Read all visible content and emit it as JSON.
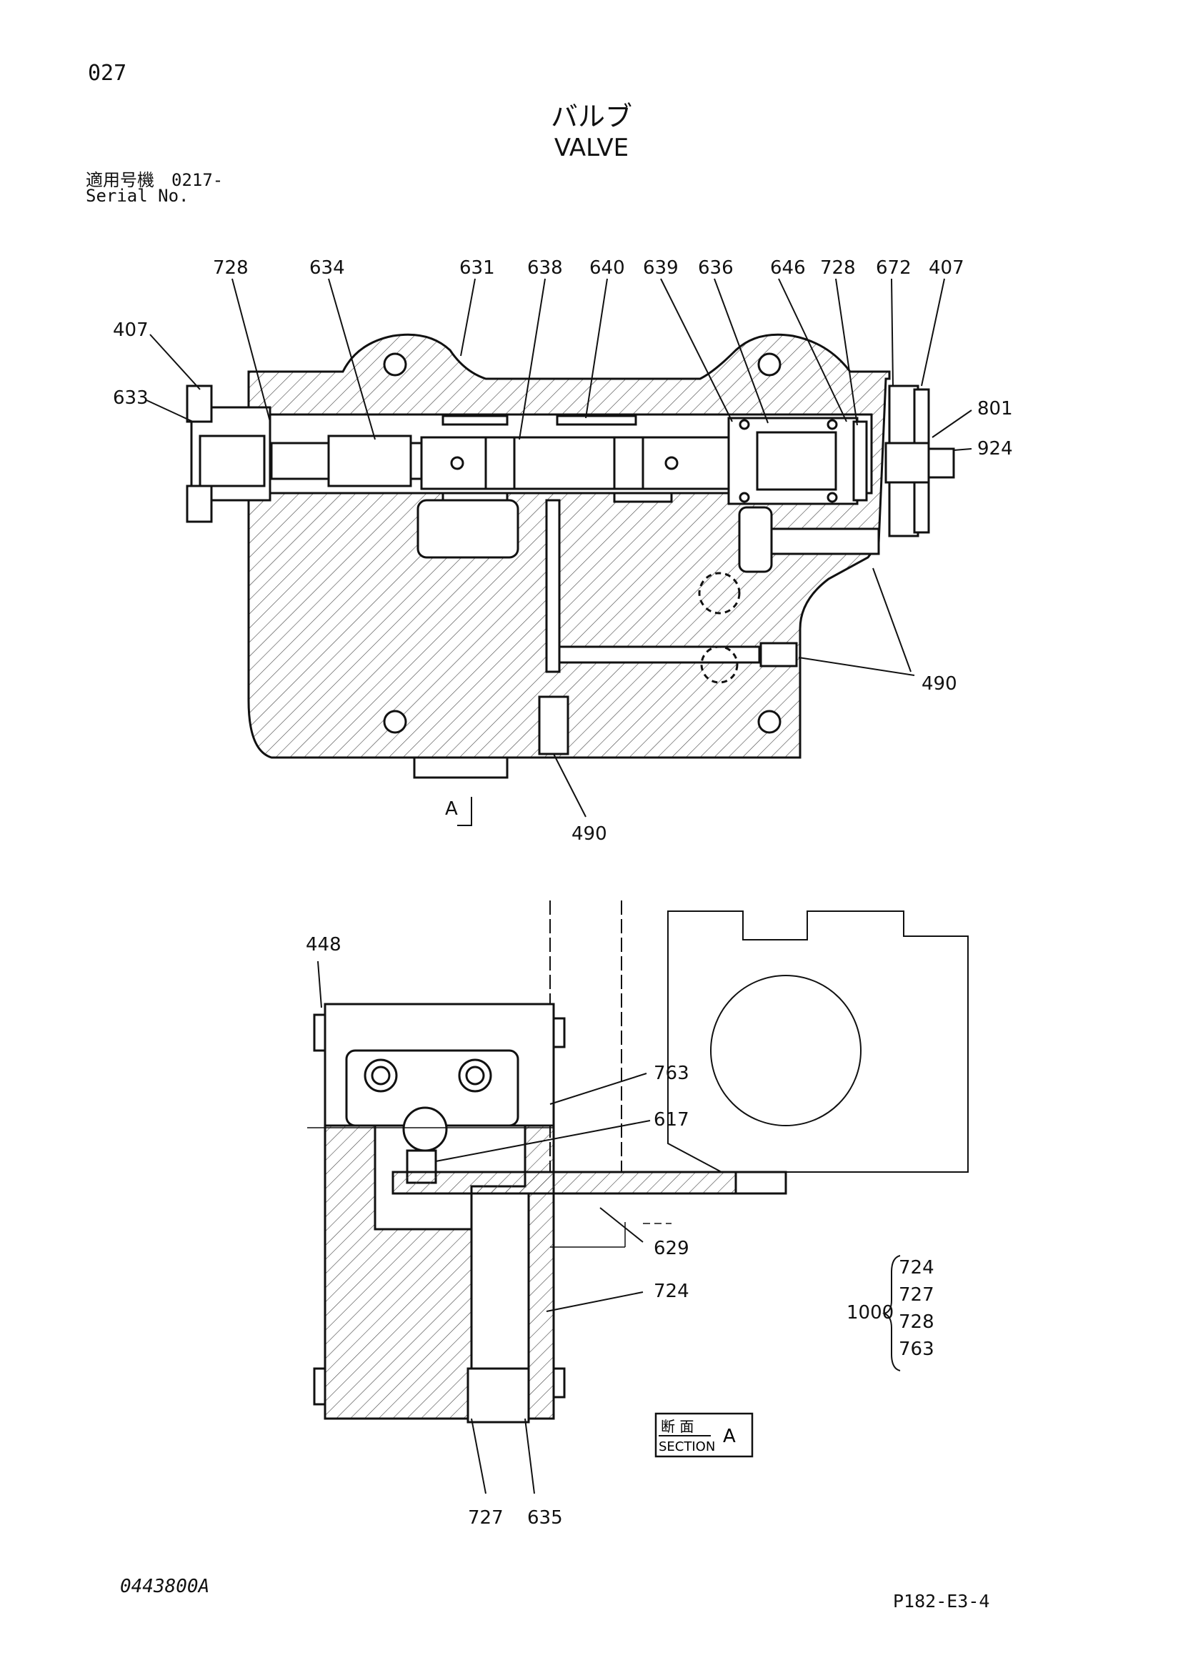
{
  "header": {
    "page_number": "027",
    "title_jp": "バルブ",
    "title_en": "VALVE",
    "serial_jp": "適用号機　0217-",
    "serial_en": "Serial No."
  },
  "footer": {
    "document_number": "0443800A",
    "page_code": "P182-E3-4"
  },
  "diagram": {
    "section_marker": "A",
    "section_box": {
      "jp": "断 面",
      "en": "SECTION",
      "letter": "A"
    },
    "callouts_top": [
      "728",
      "634",
      "631",
      "638",
      "640",
      "639",
      "636",
      "646",
      "728",
      "672",
      "407"
    ],
    "callouts_left": [
      "407",
      "633"
    ],
    "callouts_right": [
      "801",
      "924",
      "490"
    ],
    "callout_bottom": "490",
    "callouts_section": [
      "448",
      "763",
      "617",
      "629",
      "724",
      "727",
      "635"
    ],
    "kit": {
      "number": "1000",
      "items": [
        "724",
        "727",
        "728",
        "763"
      ]
    }
  }
}
